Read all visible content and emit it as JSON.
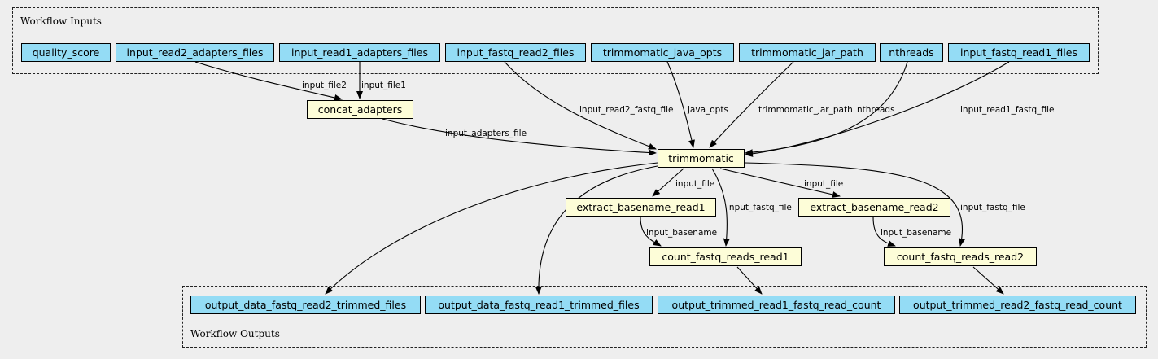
{
  "clusters": {
    "inputs": {
      "label": "Workflow Inputs"
    },
    "outputs": {
      "label": "Workflow Outputs"
    }
  },
  "inputs": [
    "quality_score",
    "input_read2_adapters_files",
    "input_read1_adapters_files",
    "input_fastq_read2_files",
    "trimmomatic_java_opts",
    "trimmomatic_jar_path",
    "nthreads",
    "input_fastq_read1_files"
  ],
  "tasks": [
    "concat_adapters",
    "trimmomatic",
    "extract_basename_read1",
    "extract_basename_read2",
    "count_fastq_reads_read1",
    "count_fastq_reads_read2"
  ],
  "outputs": [
    "output_data_fastq_read2_trimmed_files",
    "output_data_fastq_read1_trimmed_files",
    "output_trimmed_read1_fastq_read_count",
    "output_trimmed_read2_fastq_read_count"
  ],
  "edges": [
    {
      "from": "input_read2_adapters_files",
      "to": "concat_adapters",
      "label": "input_file2"
    },
    {
      "from": "input_read1_adapters_files",
      "to": "concat_adapters",
      "label": "input_file1"
    },
    {
      "from": "concat_adapters",
      "to": "trimmomatic",
      "label": "input_adapters_file"
    },
    {
      "from": "input_fastq_read2_files",
      "to": "trimmomatic",
      "label": "input_read2_fastq_file"
    },
    {
      "from": "trimmomatic_java_opts",
      "to": "trimmomatic",
      "label": "java_opts"
    },
    {
      "from": "trimmomatic_jar_path",
      "to": "trimmomatic",
      "label": "trimmomatic_jar_path"
    },
    {
      "from": "nthreads",
      "to": "trimmomatic",
      "label": "nthreads"
    },
    {
      "from": "input_fastq_read1_files",
      "to": "trimmomatic",
      "label": "input_read1_fastq_file"
    },
    {
      "from": "trimmomatic",
      "to": "extract_basename_read1",
      "label": "input_file"
    },
    {
      "from": "trimmomatic",
      "to": "count_fastq_reads_read1",
      "label": "input_fastq_file"
    },
    {
      "from": "trimmomatic",
      "to": "extract_basename_read2",
      "label": "input_file"
    },
    {
      "from": "trimmomatic",
      "to": "count_fastq_reads_read2",
      "label": "input_fastq_file"
    },
    {
      "from": "extract_basename_read1",
      "to": "count_fastq_reads_read1",
      "label": "input_basename"
    },
    {
      "from": "extract_basename_read2",
      "to": "count_fastq_reads_read2",
      "label": "input_basename"
    },
    {
      "from": "trimmomatic",
      "to": "output_data_fastq_read2_trimmed_files",
      "label": ""
    },
    {
      "from": "trimmomatic",
      "to": "output_data_fastq_read1_trimmed_files",
      "label": ""
    },
    {
      "from": "count_fastq_reads_read1",
      "to": "output_trimmed_read1_fastq_read_count",
      "label": ""
    },
    {
      "from": "count_fastq_reads_read2",
      "to": "output_trimmed_read2_fastq_read_count",
      "label": ""
    }
  ],
  "colors": {
    "io_fill": "#94dcf5",
    "task_fill": "#fdfdd8",
    "background": "#eeeeee"
  }
}
